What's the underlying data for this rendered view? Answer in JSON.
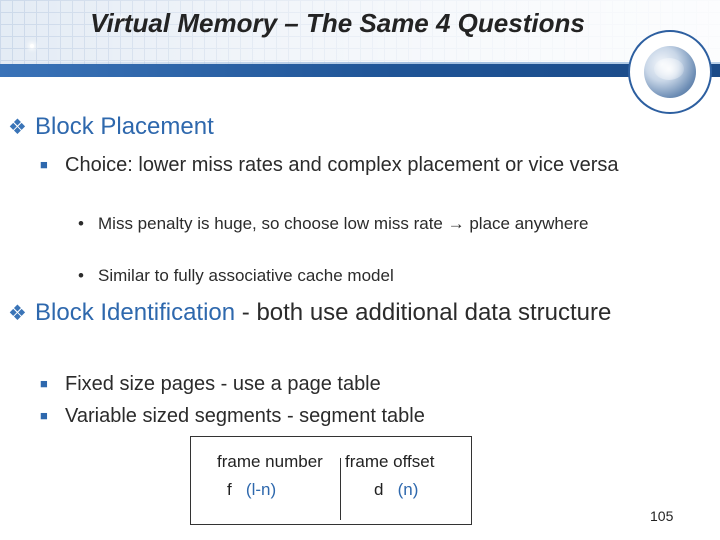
{
  "slide": {
    "title": "Virtual Memory – The Same 4 Questions",
    "page_number": "105"
  },
  "sections": [
    {
      "heading": "Block Placement",
      "heading_rest": "",
      "items": [
        {
          "text": "Choice: lower miss rates and complex placement or vice versa",
          "subitems": [
            "Miss penalty is huge, so choose low miss rate  place anywhere",
            "Similar to fully associative cache model"
          ]
        }
      ]
    },
    {
      "heading": "Block Identification",
      "heading_rest": " - both use additional data structure",
      "items": [
        {
          "text": "Fixed size pages - use a page table"
        },
        {
          "text": "Variable sized segments - segment table"
        }
      ]
    }
  ],
  "frame_diagram": {
    "left_label": "frame number",
    "right_label": "frame offset",
    "left_symbol": "f",
    "left_width": "(l-n)",
    "right_symbol": "d",
    "right_width": "(n)"
  },
  "icons": {
    "level1_bullet": "diamond-cluster-icon",
    "level2_bullet": "square-bullet-icon",
    "level3_bullet": "dot-bullet-icon",
    "arrow": "right-arrow-icon",
    "logo": "globe-icon"
  },
  "colors": {
    "accent_blue": "#2e68ad",
    "header_bar": "#1f5496",
    "text": "#2b2b2b"
  }
}
